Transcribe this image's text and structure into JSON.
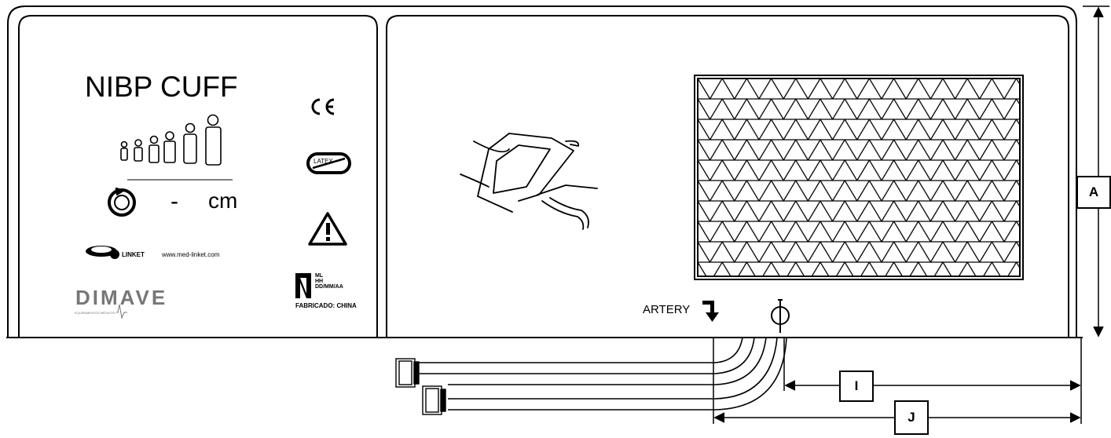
{
  "label": {
    "title": "NIBP CUFF",
    "dash": "-",
    "unit": "cm",
    "brand": "LINKET",
    "url": "www.med-linket.com",
    "dimave": "DIMAVE",
    "dimave_sub": "EQUIPAMENTOS MÉDICOS",
    "latex": "LATEX",
    "ml": [
      "ML",
      "HH",
      "DD/MM/AA"
    ],
    "fabricado": "FABRICADO: CHINA",
    "artery": "ARTERY"
  },
  "dimensions": {
    "a": "A",
    "i": "I",
    "j": "J"
  },
  "colors": {
    "line": "#000000",
    "logo_gray": "#777777"
  },
  "icons": [
    "ce-mark-icon",
    "latex-free-icon",
    "warning-icon",
    "manufacturer-icon",
    "family-icon",
    "circumference-icon",
    "arrow-down-icon",
    "artery-index-icon",
    "cuff-on-arm-icon"
  ]
}
